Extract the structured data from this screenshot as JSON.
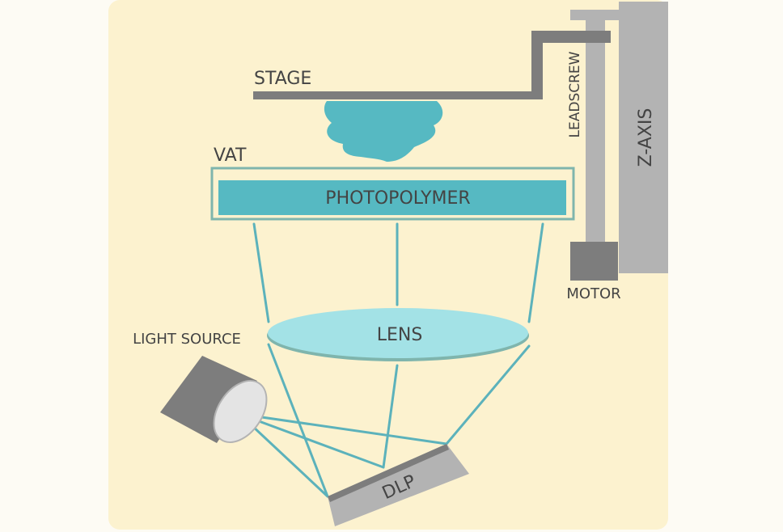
{
  "labels": {
    "stage": "STAGE",
    "vat": "VAT",
    "photopolymer": "PHOTOPOLYMER",
    "lens": "LENS",
    "light_source": "LIGHT SOURCE",
    "dlp": "DLP",
    "leadscrew": "LEADSCREW",
    "z_axis": "Z-AXIS",
    "motor": "MOTOR"
  },
  "colors": {
    "background_panel": "#fcf2cf",
    "page": "#fdfbf4",
    "metal_light": "#b3b3b3",
    "metal_dark": "#7d7d7d",
    "resin": "#56b9c2",
    "vat_outline": "#7fb5ad",
    "lens_fill": "#a3e2e6",
    "light_beam": "#5cb2bb",
    "label_text": "#444444"
  }
}
